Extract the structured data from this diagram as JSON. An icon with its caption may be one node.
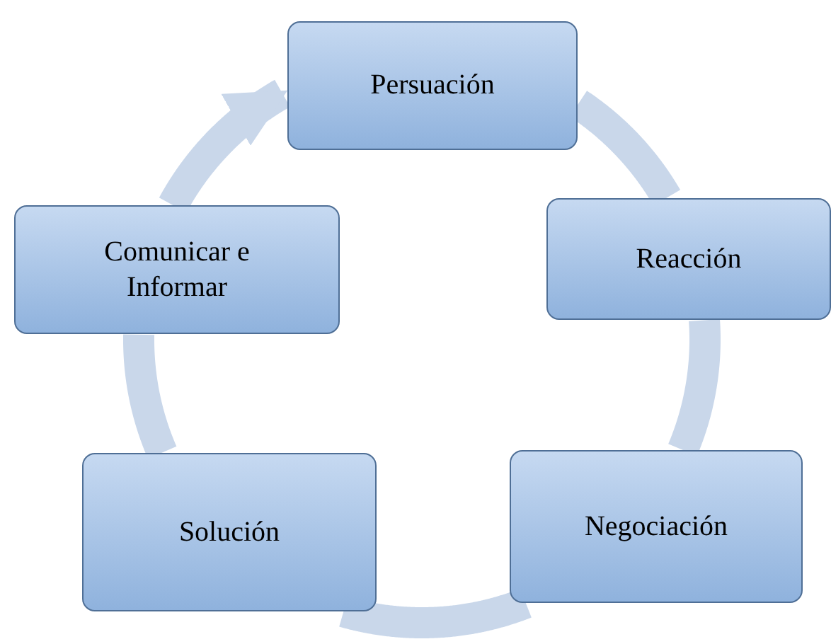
{
  "diagram": {
    "nodes": [
      {
        "text": [
          "Persuación"
        ]
      },
      {
        "text": [
          "Reacción"
        ]
      },
      {
        "text": [
          "Negociación"
        ]
      },
      {
        "text": [
          "Solución"
        ]
      },
      {
        "text": [
          "Comunicar e Informar"
        ]
      }
    ],
    "edges": [
      {
        "from": 0,
        "to": 1,
        "arrow": "none"
      },
      {
        "from": 1,
        "to": 2,
        "arrow": "none"
      },
      {
        "from": 2,
        "to": 3,
        "arrow": "none"
      },
      {
        "from": 3,
        "to": 4,
        "arrow": "none"
      },
      {
        "from": 4,
        "to": 0,
        "arrow": "to"
      }
    ]
  }
}
